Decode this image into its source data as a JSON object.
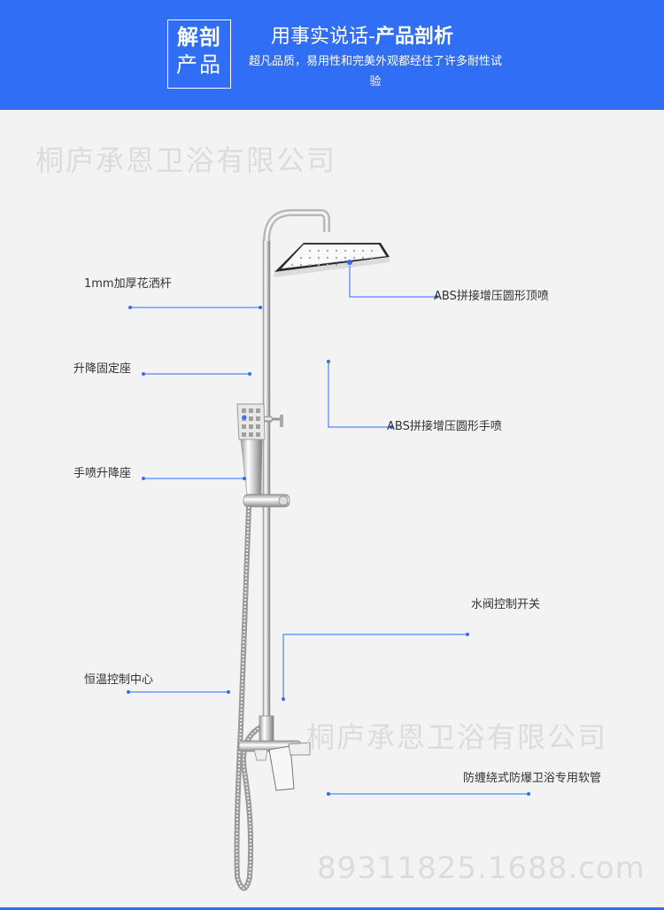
{
  "header": {
    "badge_top": "解剖",
    "badge_bottom": "产品",
    "title_prefix": "用事实说话-",
    "title_bold": "产品剖析",
    "subtitle": "超凡品质，易用性和完美外观都经住了许多耐性试验",
    "bg_color": "#2f6ef5"
  },
  "watermarks": {
    "company_top": "桐庐承恩卫浴有限公司",
    "company_bottom": "桐庐承恩卫浴有限公司",
    "site": "89311825.1688.com"
  },
  "callouts": [
    {
      "label": "1mm加厚花洒杆"
    },
    {
      "label": "ABS拼接增压圆形顶喷"
    },
    {
      "label": "升降固定座"
    },
    {
      "label": "ABS拼接增压圆形手喷"
    },
    {
      "label": "手喷升降座"
    },
    {
      "label": "水阀控制开关"
    },
    {
      "label": "恒温控制中心"
    },
    {
      "label": "防缠绕式防爆卫浴专用软管"
    }
  ],
  "accent_color": "#2f6ef5"
}
